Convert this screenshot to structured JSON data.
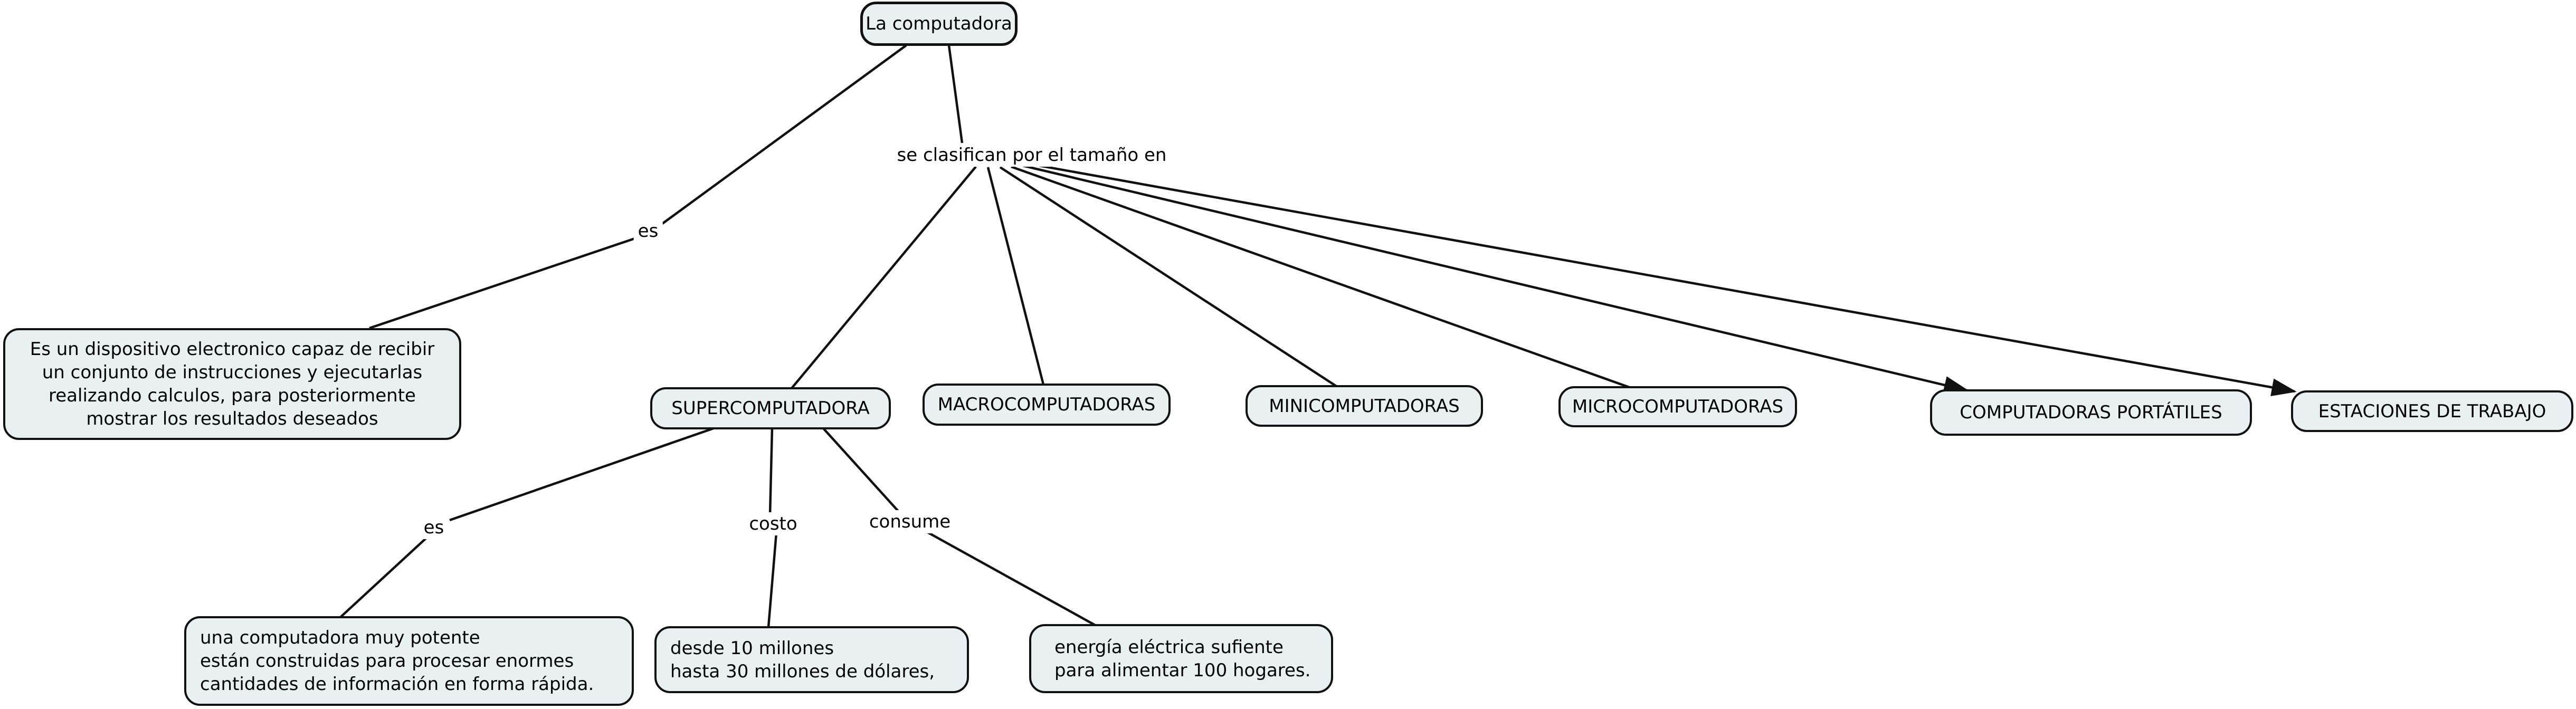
{
  "concept_map": {
    "root": "La computadora",
    "links": {
      "es_definition": "es",
      "clasifican": "se clasifican por el tamaño en",
      "es_super": "es",
      "costo": "costo",
      "consume": "consume"
    },
    "definition": "Es un dispositivo electronico capaz de recibir\nun conjunto de instrucciones y ejecutarlas\nrealizando calculos, para posteriormente\nmostrar los resultados deseados",
    "categories": [
      "SUPERCOMPUTADORA",
      "MACROCOMPUTADORAS",
      "MINICOMPUTADORAS",
      "MICROCOMPUTADORAS",
      "COMPUTADORAS PORTÁTILES",
      "ESTACIONES DE TRABAJO"
    ],
    "details": {
      "es": "una computadora muy potente\nestán construidas para procesar enormes\ncantidades de información en forma rápida.",
      "costo": "desde 10 millones\nhasta 30 millones de dólares,",
      "consume": "energía eléctrica sufiente\npara alimentar 100 hogares."
    },
    "colors": {
      "node_fill": "#e9f0f2",
      "node_border": "#111111",
      "line_color": "#111111",
      "canvas_background": "#ffffff"
    }
  }
}
